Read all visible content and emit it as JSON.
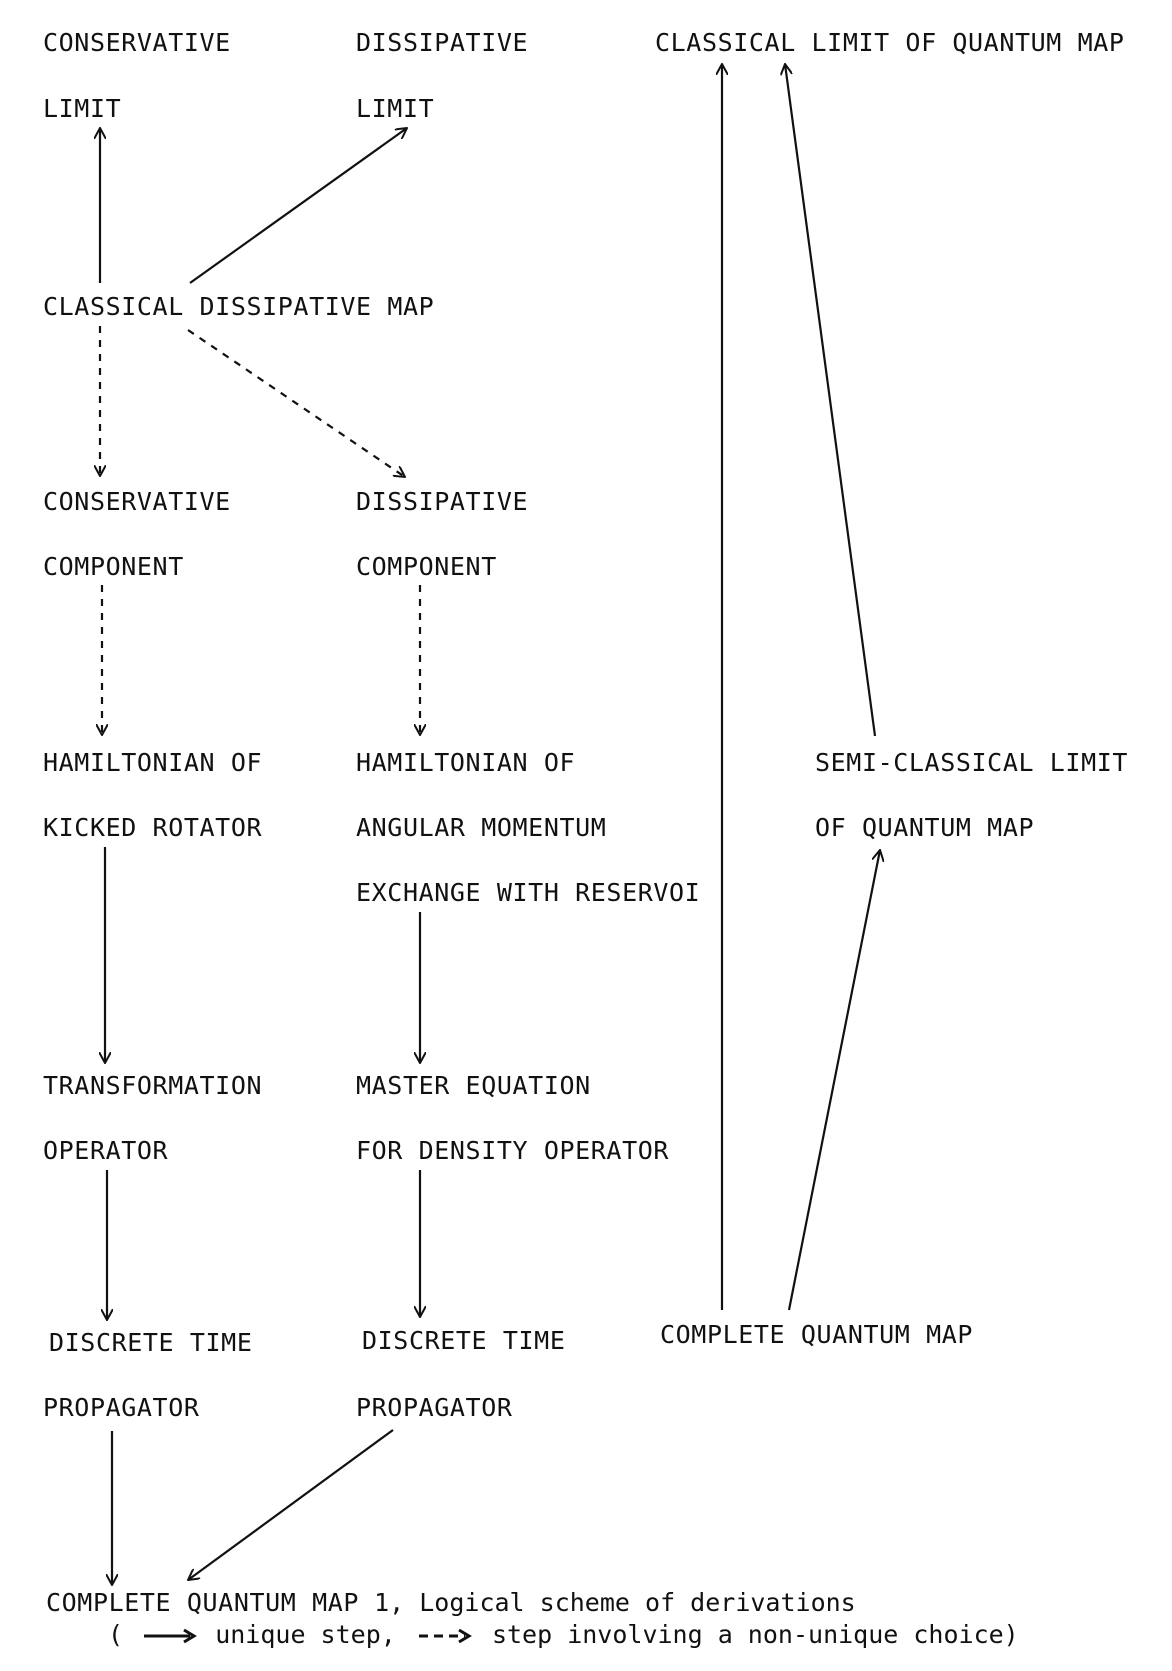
{
  "nodes": {
    "conservative_limit": [
      "CONSERVATIVE",
      "LIMIT"
    ],
    "dissipative_limit": [
      "DISSIPATIVE",
      "LIMIT"
    ],
    "classical_limit_of_quantum_map": [
      "CLASSICAL LIMIT OF QUANTUM MAP"
    ],
    "classical_dissipative_map": [
      "CLASSICAL DISSIPATIVE MAP"
    ],
    "conservative_component": [
      "CONSERVATIVE",
      "COMPONENT"
    ],
    "dissipative_component": [
      "DISSIPATIVE",
      "COMPONENT"
    ],
    "hamiltonian_kicked_rotator": [
      "HAMILTONIAN OF",
      "KICKED ROTATOR"
    ],
    "hamiltonian_angular_momentum": [
      "HAMILTONIAN OF",
      "ANGULAR MOMENTUM",
      "EXCHANGE WITH RESERVOI"
    ],
    "semi_classical_limit": [
      "SEMI-CLASSICAL LIMIT",
      "OF QUANTUM MAP"
    ],
    "transformation_operator": [
      "TRANSFORMATION",
      "OPERATOR"
    ],
    "master_equation": [
      "MASTER EQUATION",
      "FOR DENSITY OPERATOR"
    ],
    "discrete_time_propagator_left": [
      "DISCRETE TIME",
      "PROPAGATOR"
    ],
    "discrete_time_propagator_right": [
      "DISCRETE TIME",
      "PROPAGATOR"
    ],
    "complete_quantum_map_right": [
      "COMPLETE QUANTUM MAP"
    ],
    "complete_quantum_map_bottom": [
      "COMPLETE QUANTUM MAP"
    ]
  },
  "edges": [
    {
      "from": "classical_dissipative_map",
      "to": "conservative_limit",
      "style": "solid"
    },
    {
      "from": "classical_dissipative_map",
      "to": "dissipative_limit",
      "style": "solid"
    },
    {
      "from": "classical_dissipative_map",
      "to": "conservative_component",
      "style": "dashed"
    },
    {
      "from": "classical_dissipative_map",
      "to": "dissipative_component",
      "style": "dashed"
    },
    {
      "from": "conservative_component",
      "to": "hamiltonian_kicked_rotator",
      "style": "dashed"
    },
    {
      "from": "dissipative_component",
      "to": "hamiltonian_angular_momentum",
      "style": "dashed"
    },
    {
      "from": "hamiltonian_kicked_rotator",
      "to": "transformation_operator",
      "style": "solid"
    },
    {
      "from": "hamiltonian_angular_momentum",
      "to": "master_equation",
      "style": "solid"
    },
    {
      "from": "transformation_operator",
      "to": "discrete_time_propagator_left",
      "style": "solid"
    },
    {
      "from": "master_equation",
      "to": "discrete_time_propagator_right",
      "style": "solid"
    },
    {
      "from": "discrete_time_propagator_left",
      "to": "complete_quantum_map_bottom",
      "style": "solid"
    },
    {
      "from": "discrete_time_propagator_right",
      "to": "complete_quantum_map_bottom",
      "style": "solid"
    },
    {
      "from": "complete_quantum_map_right",
      "to": "classical_limit_of_quantum_map",
      "style": "solid"
    },
    {
      "from": "complete_quantum_map_right",
      "to": "semi_classical_limit",
      "style": "solid"
    },
    {
      "from": "semi_classical_limit",
      "to": "classical_limit_of_quantum_map",
      "style": "solid"
    }
  ],
  "caption": {
    "text_1": "1, Logical scheme of derivations",
    "open_paren": "(",
    "unique_step": "unique step,",
    "nonunique_step": "step involving a non-unique choice)"
  }
}
